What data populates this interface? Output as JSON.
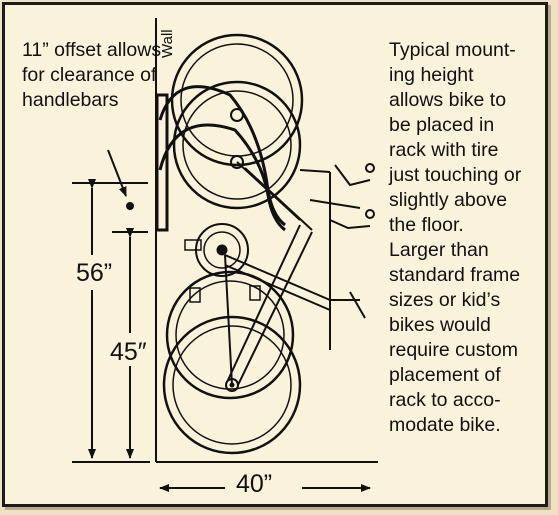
{
  "labels": {
    "wall": "Wall",
    "offset_note": "11” offset allows for clearance of handlebars",
    "dim_56": "56”",
    "dim_45": "45″",
    "dim_40": "40”"
  },
  "description": "Typical mount-\ning height\nallows bike to\nbe placed in\nrack with tire\njust touching or\nslightly above\nthe floor.\nLarger than\nstandard frame\nsizes or kid’s\nbikes would\nrequire custom\nplacement of\nrack to acco-\nmodate bike.",
  "colors": {
    "panel": "#fbf2dc",
    "background": "#efe2c4",
    "ink": "#111111"
  }
}
